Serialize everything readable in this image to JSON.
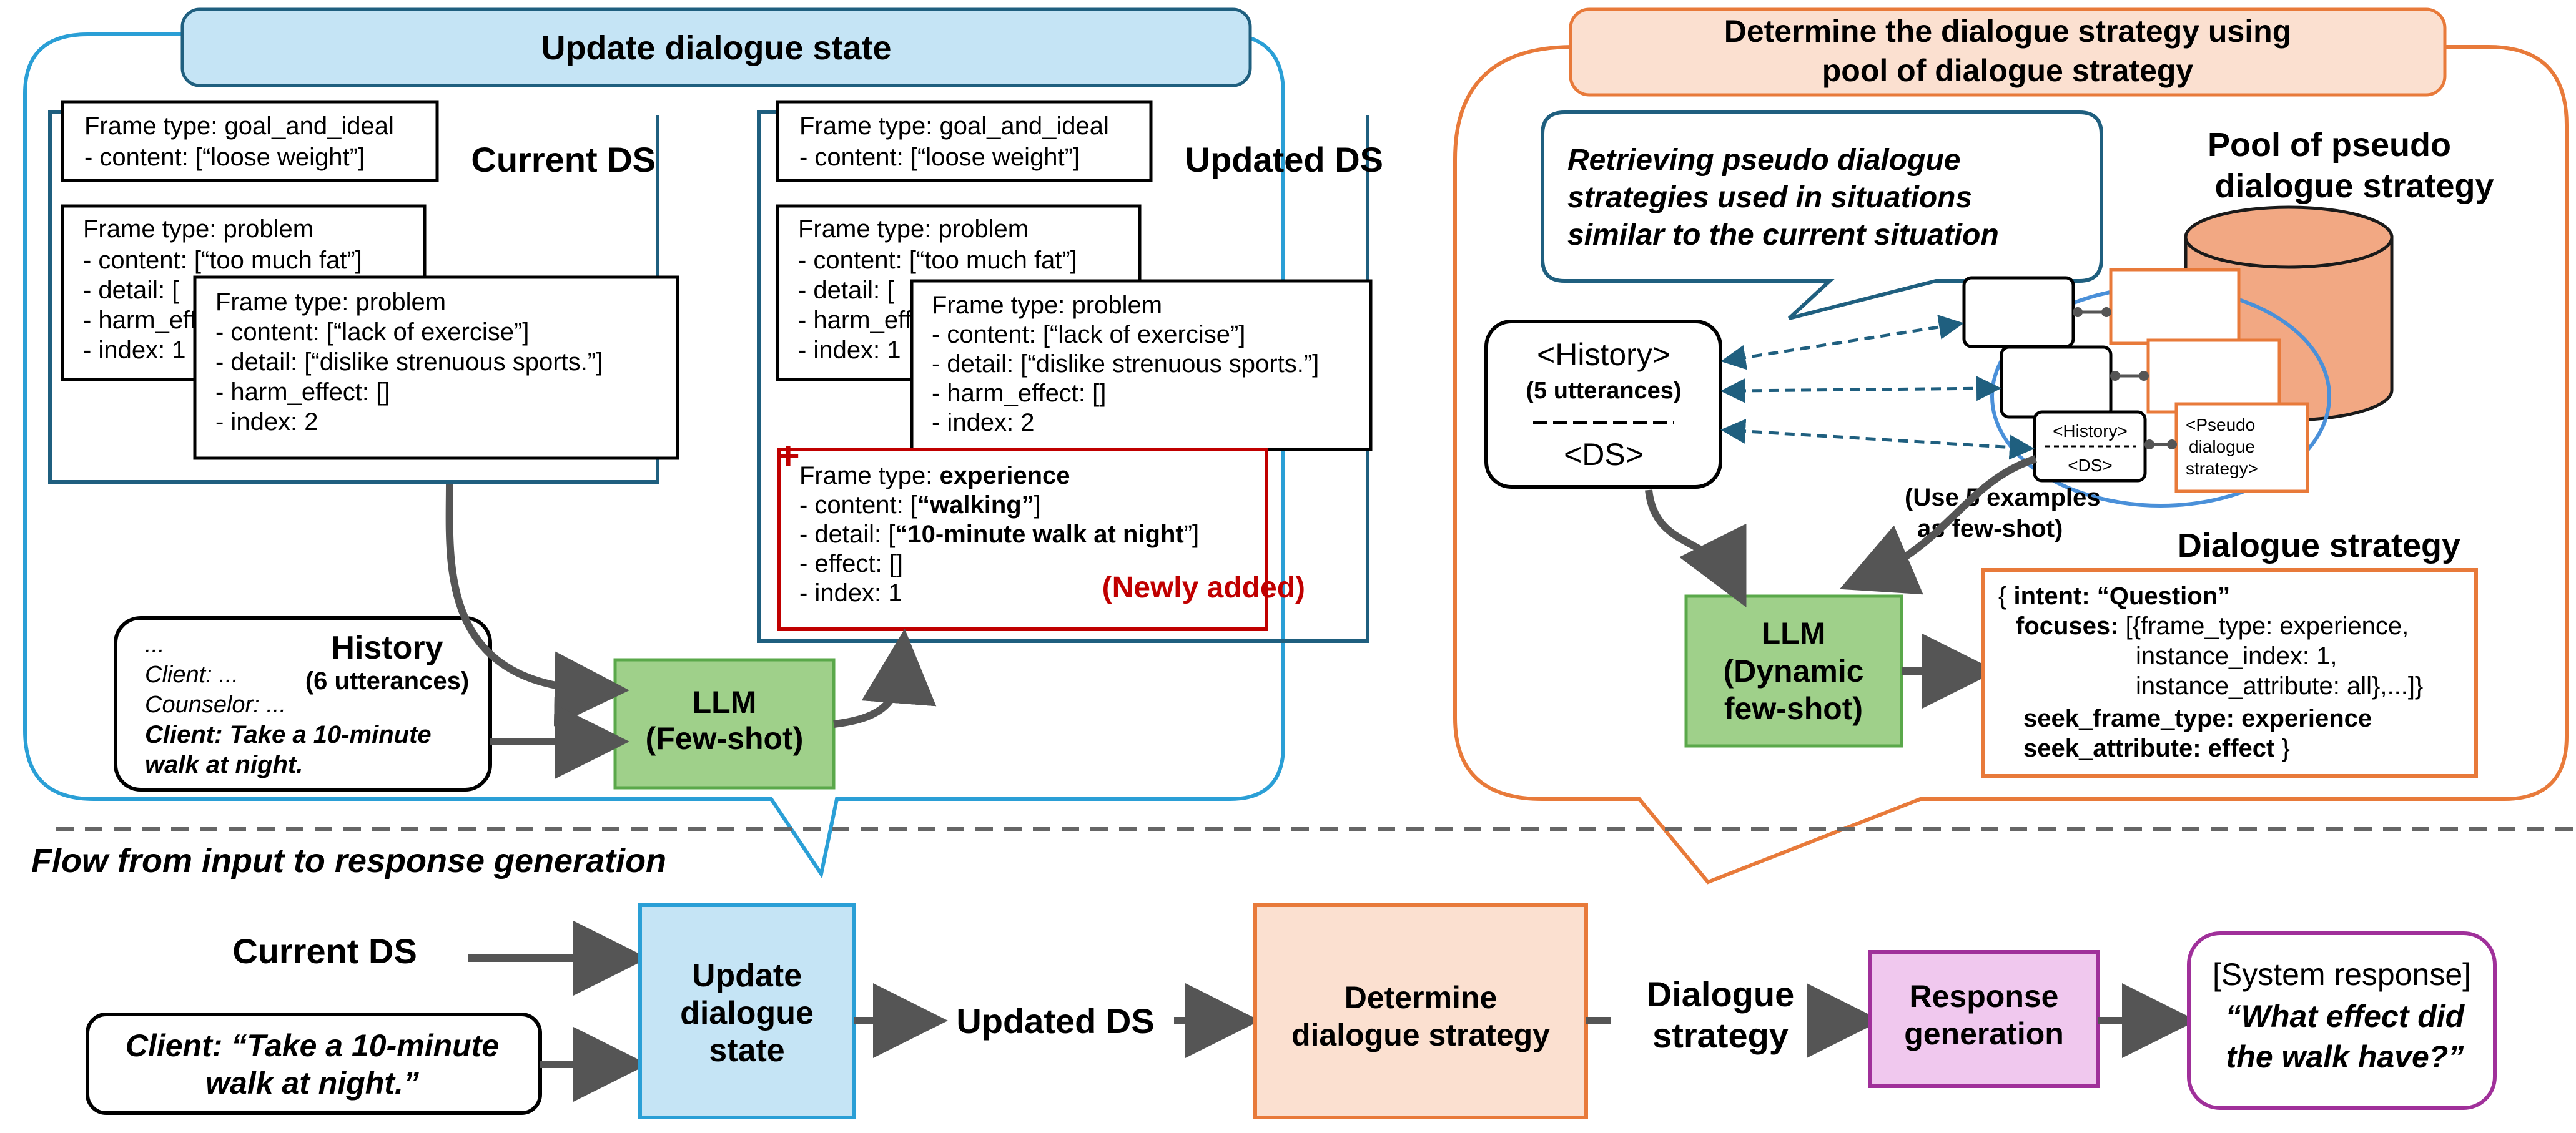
{
  "update_panel": {
    "title": "Update dialogue state",
    "current_ds_label": "Current DS",
    "updated_ds_label": "Updated DS",
    "frame_goal": {
      "type_line": "Frame type: goal_and_ideal",
      "content_line": "- content: [“loose weight”]"
    },
    "frame_problem_back": {
      "type_line": "Frame type: problem",
      "content_line": "- content: [“too much fat”]",
      "detail_line": "- detail: [",
      "harm_line": "- harm_eff",
      "index_line": "- index: 1"
    },
    "frame_problem_front": {
      "type_line": "Frame type: problem",
      "content_line": "- content: [“lack of exercise”]",
      "detail_line": "- detail: [“dislike strenuous sports.”]",
      "harm_line": "- harm_effect: []",
      "index_line": "- index: 2"
    },
    "frame_experience": {
      "type_prefix": "Frame type: ",
      "type_value": "experience",
      "content_prefix": "- content: [",
      "content_value": "“walking”",
      "content_suffix": "]",
      "detail_prefix": "- detail: [",
      "detail_value": "“10-minute walk at night",
      "detail_suffix": "”]",
      "effect_line": "- effect: []",
      "index_line": "- index: 1",
      "plus": "+",
      "newly_added": "(Newly added)"
    },
    "history": {
      "ellipsis": "...",
      "title": "History",
      "count": "(6 utterances)",
      "line_client": "Client: ...",
      "line_counselor": "Counselor: ...",
      "line_last1": "Client: Take a 10-minute",
      "line_last2": "walk at night."
    },
    "llm": {
      "line1": "LLM",
      "line2": "(Few-shot)"
    }
  },
  "strategy_panel": {
    "title_line1": "Determine the dialogue strategy using",
    "title_line2": "pool of dialogue strategy",
    "callout_line1": "Retrieving pseudo dialogue",
    "callout_line2": "strategies used in situations",
    "callout_line3": "similar to the current situation",
    "pool_title_line1": "Pool of pseudo",
    "pool_title_line2": "dialogue strategy",
    "query": {
      "history": "<History>",
      "count": "(5 utterances)",
      "dashes": "--------",
      "ds": "<DS>"
    },
    "mini_history": "<History>",
    "mini_ds": "<DS>",
    "pseudo_line1": "<Pseudo",
    "pseudo_line2": "dialogue",
    "pseudo_line3": "strategy>",
    "few_shot_line1": "(Use 5 examples",
    "few_shot_line2": "as few-shot)",
    "llm": {
      "line1": "LLM",
      "line2": "(Dynamic",
      "line3": "few-shot)"
    },
    "ds_title": "Dialogue strategy",
    "ds_box": {
      "l1_open": "{ ",
      "l1_key": "intent: ",
      "l1_val": "“Question”",
      "l2_key": "focuses: ",
      "l2_val": "[{frame_type: experience,",
      "l3": "instance_index: 1,",
      "l4": "instance_attribute: all},...]}",
      "l5": "seek_frame_type: experience",
      "l6_key": "seek_attribute: effect",
      "l6_close": " }"
    }
  },
  "flow": {
    "title": "Flow from input to response generation",
    "current_ds": "Current DS",
    "client_line1": "Client: “Take a 10-minute",
    "client_line2": "walk at night.”",
    "update_line1": "Update",
    "update_line2": "dialogue",
    "update_line3": "state",
    "updated_ds": "Updated DS",
    "determine_line1": "Determine",
    "determine_line2": "dialogue strategy",
    "strategy_line1": "Dialogue",
    "strategy_line2": "strategy",
    "response_line1": "Response",
    "response_line2": "generation",
    "system_label": "[System response]",
    "system_line1": "“What effect did",
    "system_line2": "the walk have?”"
  },
  "colors": {
    "blue_outline": "#2a9fd6",
    "blue_fill": "#c5e4f5",
    "orange_outline": "#e87a3a",
    "orange_fill": "#fbe0d0",
    "green_fill": "#9fd08a",
    "green_outline": "#5aa84a",
    "navy": "#1f5f7f",
    "red": "#c00000",
    "pink_fill": "#f0c8ee",
    "purple": "#a0309a",
    "cylinder": "#f2a883",
    "dark_arrow": "#555555"
  }
}
